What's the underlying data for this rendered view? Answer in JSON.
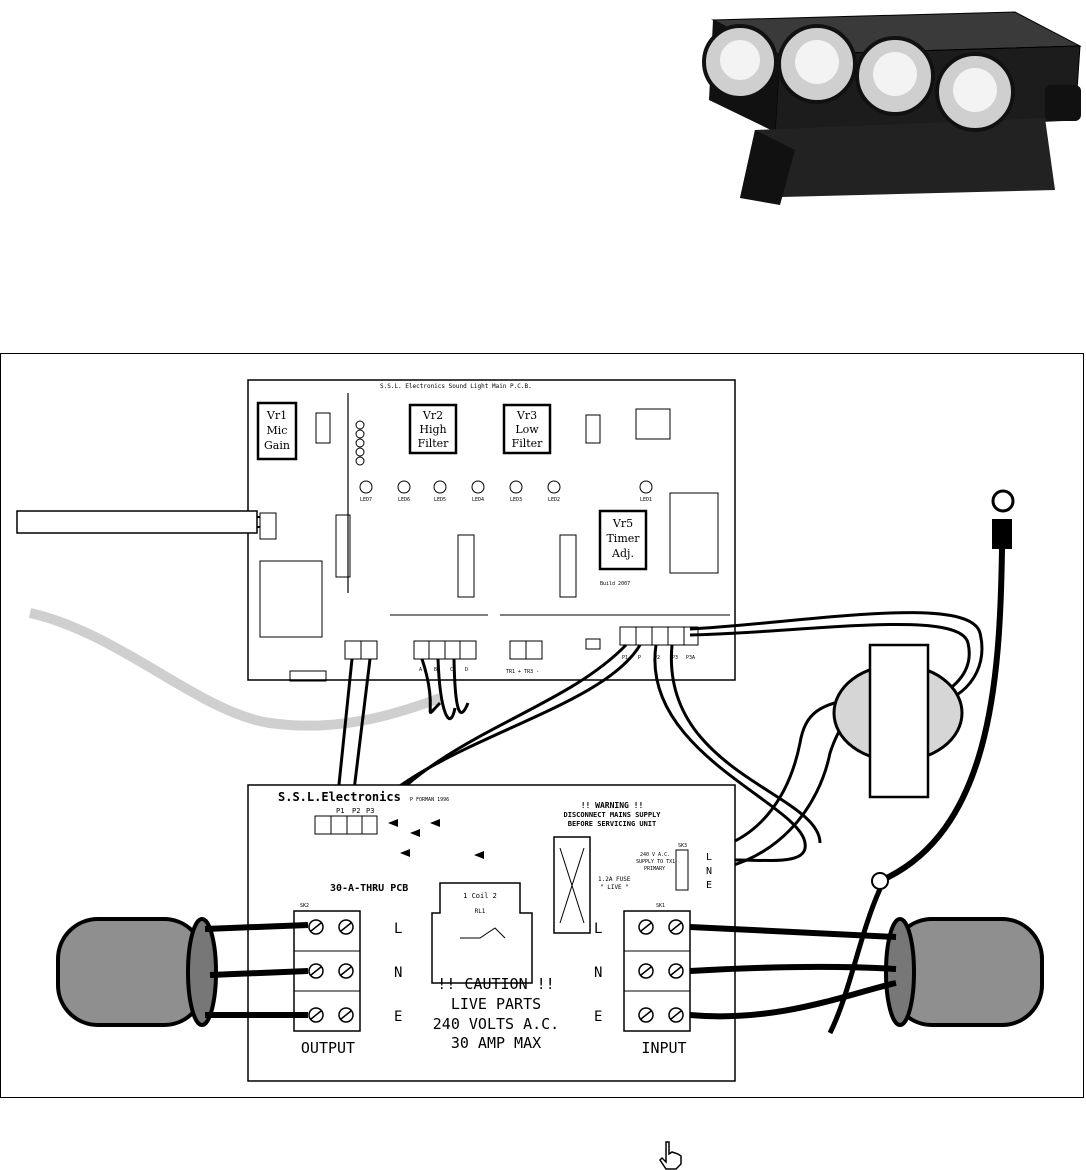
{
  "main_pcb": {
    "title": "S.S.L. Electronics Sound Light Main P.C.B.",
    "controls": [
      "Vr1",
      "Mic",
      "Gain",
      "Vr2",
      "High",
      "Filter",
      "Vr3",
      "Low",
      "Filter",
      "Vr5",
      "Timer",
      "Adj."
    ],
    "build": "Build 2007",
    "leds": [
      "LED7",
      "LED6",
      "LED5",
      "LED4",
      "LED3",
      "LED2",
      "LED1"
    ],
    "terminals_mid": [
      "A",
      "B",
      "C",
      "D"
    ],
    "terminals_right": [
      "P1",
      "P",
      "P2",
      "P3",
      "P3A"
    ],
    "tr_labels": "TR1 + TR3 -"
  },
  "thru_pcb": {
    "brand": "S.S.L.Electronics",
    "brand_note": "P FORMAN 1996",
    "name": "30-A-THRU PCB",
    "warning": [
      "!! WARNING !!",
      "DISCONNECT MAINS SUPPLY",
      "BEFORE SERVICING UNIT"
    ],
    "supply": [
      "240 V A.C.",
      "SUPPLY TO TX1",
      "PRIMARY"
    ],
    "fuse": [
      "1.2A FUSE",
      "\" LIVE \""
    ],
    "coil": "1 Coil 2",
    "relay": "RL1",
    "terminal_p_labels": [
      "P1",
      "P2",
      "P3"
    ],
    "rows": [
      "L",
      "N",
      "E"
    ],
    "caution": [
      "!! CAUTION !!",
      "LIVE PARTS",
      "240 VOLTS A.C.",
      "30 AMP MAX"
    ],
    "output_label": "OUTPUT",
    "input_label": "INPUT",
    "sk2": "SK2",
    "sk1": "SK1",
    "sk3": "SK3"
  }
}
